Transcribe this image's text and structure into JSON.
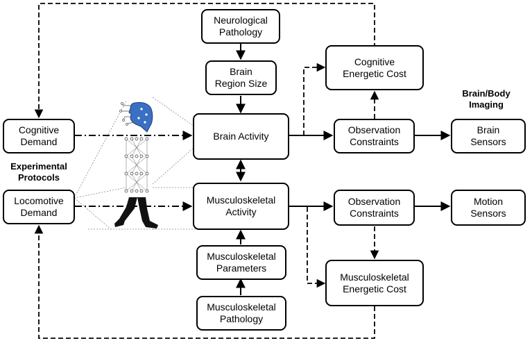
{
  "boxes": {
    "neurological_pathology": [
      "Neurological",
      "Pathology"
    ],
    "brain_region_size": [
      "Brain",
      "Region Size"
    ],
    "brain_activity": [
      "Brain Activity"
    ],
    "cognitive_energetic_cost": [
      "Cognitive",
      "Energetic Cost"
    ],
    "observation_constraints_brain": [
      "Observation",
      "Constraints"
    ],
    "brain_sensors": [
      "Brain",
      "Sensors"
    ],
    "cognitive_demand": [
      "Cognitive",
      "Demand"
    ],
    "locomotive_demand": [
      "Locomotive",
      "Demand"
    ],
    "musculoskeletal_activity": [
      "Musculoskeletal",
      "Activity"
    ],
    "observation_constraints_motion": [
      "Observation",
      "Constraints"
    ],
    "motion_sensors": [
      "Motion",
      "Sensors"
    ],
    "musculoskeletal_parameters": [
      "Musculoskeletal",
      "Parameters"
    ],
    "musculoskeletal_energetic_cost": [
      "Musculoskeletal",
      "Energetic Cost"
    ],
    "musculoskeletal_pathology": [
      "Musculoskeletal",
      "Pathology"
    ]
  },
  "labels": {
    "brain_body_imaging": [
      "Brain/Body",
      "Imaging"
    ],
    "experimental_protocols": [
      "Experimental",
      "Protocols"
    ]
  },
  "colors": {
    "stroke": "#000000",
    "head_blue": "#3b6fc4",
    "figure": "#111111",
    "network": "#555555"
  },
  "icons": {
    "walker": "walking-figure-with-neural-network-head-icon"
  }
}
